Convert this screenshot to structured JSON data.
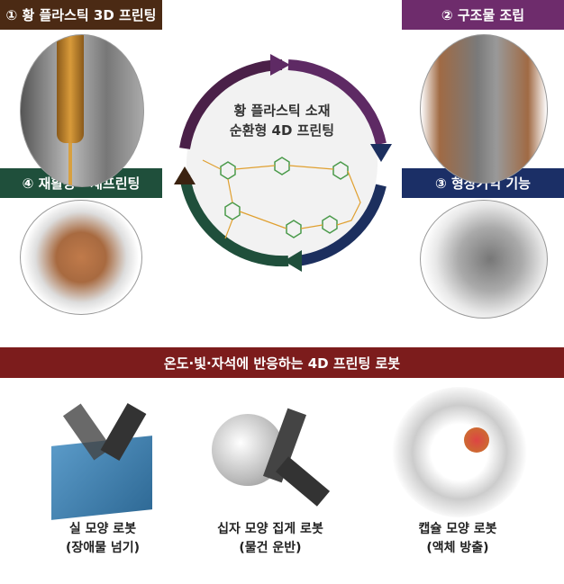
{
  "steps": [
    {
      "label": "① 황 플라스틱 3D 프린팅",
      "color": "#4b2a14"
    },
    {
      "label": "② 구조물 조립",
      "color": "#6e2c6c"
    },
    {
      "label": "③ 형상기억 기능",
      "color": "#1b2f66"
    },
    {
      "label": "④ 재활용 · 재프린팅",
      "color": "#1f4f3b"
    }
  ],
  "center": {
    "line1": "황 플라스틱 소재",
    "line2": "순환형 4D 프린팅"
  },
  "banner": {
    "label": "온도·빛·자석에 반응하는 4D 프린팅 로봇",
    "color": "#7c1c1c"
  },
  "robots": [
    {
      "name": "실 모양 로봇",
      "desc": "(장애물 넘기)"
    },
    {
      "name": "십자 모양 집게 로봇",
      "desc": "(물건 운반)"
    },
    {
      "name": "캡슐 모양 로봇",
      "desc": "(액체 방출)"
    }
  ]
}
